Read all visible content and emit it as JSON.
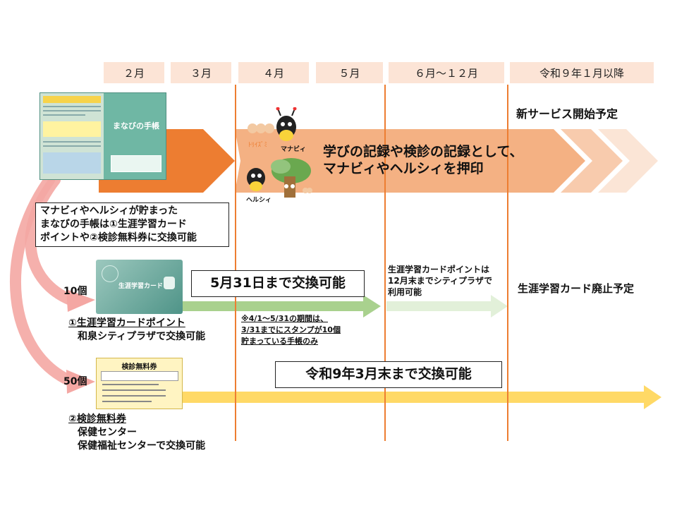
{
  "months": [
    "２月",
    "３月",
    "４月",
    "５月",
    "６月～１２月",
    "令和９年１月以降"
  ],
  "booklet": {
    "title": "まなびの手帳"
  },
  "main_band": {
    "line1": "学びの記録や検診の記録として、",
    "line2": "マナビィやヘルシィを押印"
  },
  "characters": {
    "manabii": "マナビィ",
    "healthy": "ヘルシィ"
  },
  "new_service": "新サービス開始予定",
  "exchange_note": {
    "line1": "マナビィやヘルシィが貯まった",
    "line2": "まなびの手帳は①生涯学習カード",
    "line3": "ポイントや②検診無料券に交換可能"
  },
  "card": {
    "count": "10個",
    "image_label": "生涯学習カード",
    "title": "①生涯学習カードポイント",
    "place": "和泉シティプラザで交換可能",
    "deadline": "5月31日まで交換可能",
    "note_line1": "※4/1～5/31の期間は、",
    "note_line2": "3/31までにスタンプが10個",
    "note_line3": "貯まっている手帳のみ",
    "later_line1": "生涯学習カードポイントは",
    "later_line2": "12月末までシティプラザで",
    "later_line3": "利用可能",
    "abolish": "生涯学習カード廃止予定"
  },
  "coupon": {
    "count": "50個",
    "image_title": "検診無料券",
    "title": "②検診無料券",
    "place1": "保健センター",
    "place2": "保健福祉センターで交換可能",
    "deadline": "令和9年3月末まで交換可能"
  },
  "colors": {
    "orange": "#ed7d31",
    "salmon": "#f4b183",
    "peach": "#fbe5d6",
    "green": "#a9d18e",
    "light_green": "#e2f0d9",
    "yellow": "#ffd966",
    "pink": "#f4a7a3"
  }
}
